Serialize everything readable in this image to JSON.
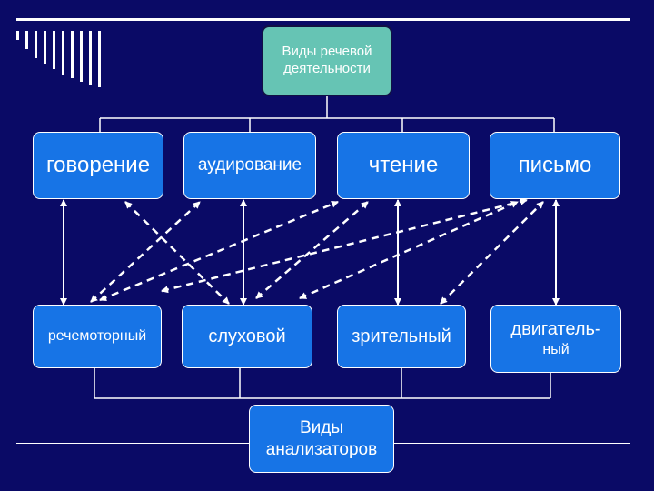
{
  "root": {
    "line1": "Виды речевой",
    "line2": "деятельности"
  },
  "activities": [
    "говорение",
    "аудирование",
    "чтение",
    "письмо"
  ],
  "analyzers": [
    "речемоторный",
    "слуховой",
    "зрительный"
  ],
  "analyzer_motor": {
    "line1": "двигатель-",
    "line2": "ный"
  },
  "bottom": {
    "line1": "Виды",
    "line2": "анализаторов"
  },
  "colors": {
    "background": "#0a0a66",
    "box": "#1774e6",
    "root_box": "#66c4b4",
    "lines": "#ffffff"
  }
}
